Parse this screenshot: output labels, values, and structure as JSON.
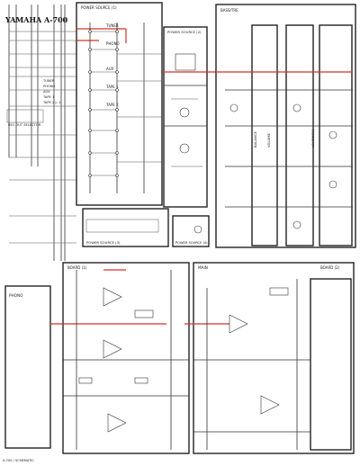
{
  "header": {
    "model_title": "YAMAHA A-700"
  },
  "power_supply": {
    "label": "POWER SOURCE (1)"
  },
  "power_supply_2": {
    "label": "POWER SOURCE (2)"
  },
  "power_supply_3": {
    "label": "POWER SOURCE (3)"
  },
  "power_supply_4": {
    "label": "POWER SOURCE (4)"
  },
  "input_selector": {
    "items": [
      "TUNER",
      "PHONO",
      "AUX",
      "TAPE 1",
      "TAPE 2"
    ],
    "caption": "REC OUT SELECTOR",
    "side_items": [
      "TUNER",
      "PHONO",
      "AUX",
      "TAPE 1",
      "TAPE 2 ▷ 1"
    ]
  },
  "tone_block": {
    "label": "BASS/TRE",
    "balance": "BALANCE",
    "volume": "VOLUME",
    "loudness": "LOUDNESS"
  },
  "phono_block": {
    "label": "PHONO",
    "board": "BOARD (1)"
  },
  "main_block": {
    "label": "MAIN",
    "board": "BOARD (2)"
  },
  "footer": {
    "note": "A-700 / SCHEMATIC"
  },
  "colors": {
    "signal_path": "#d2332b",
    "ink": "#333333",
    "paper": "#ffffff"
  }
}
